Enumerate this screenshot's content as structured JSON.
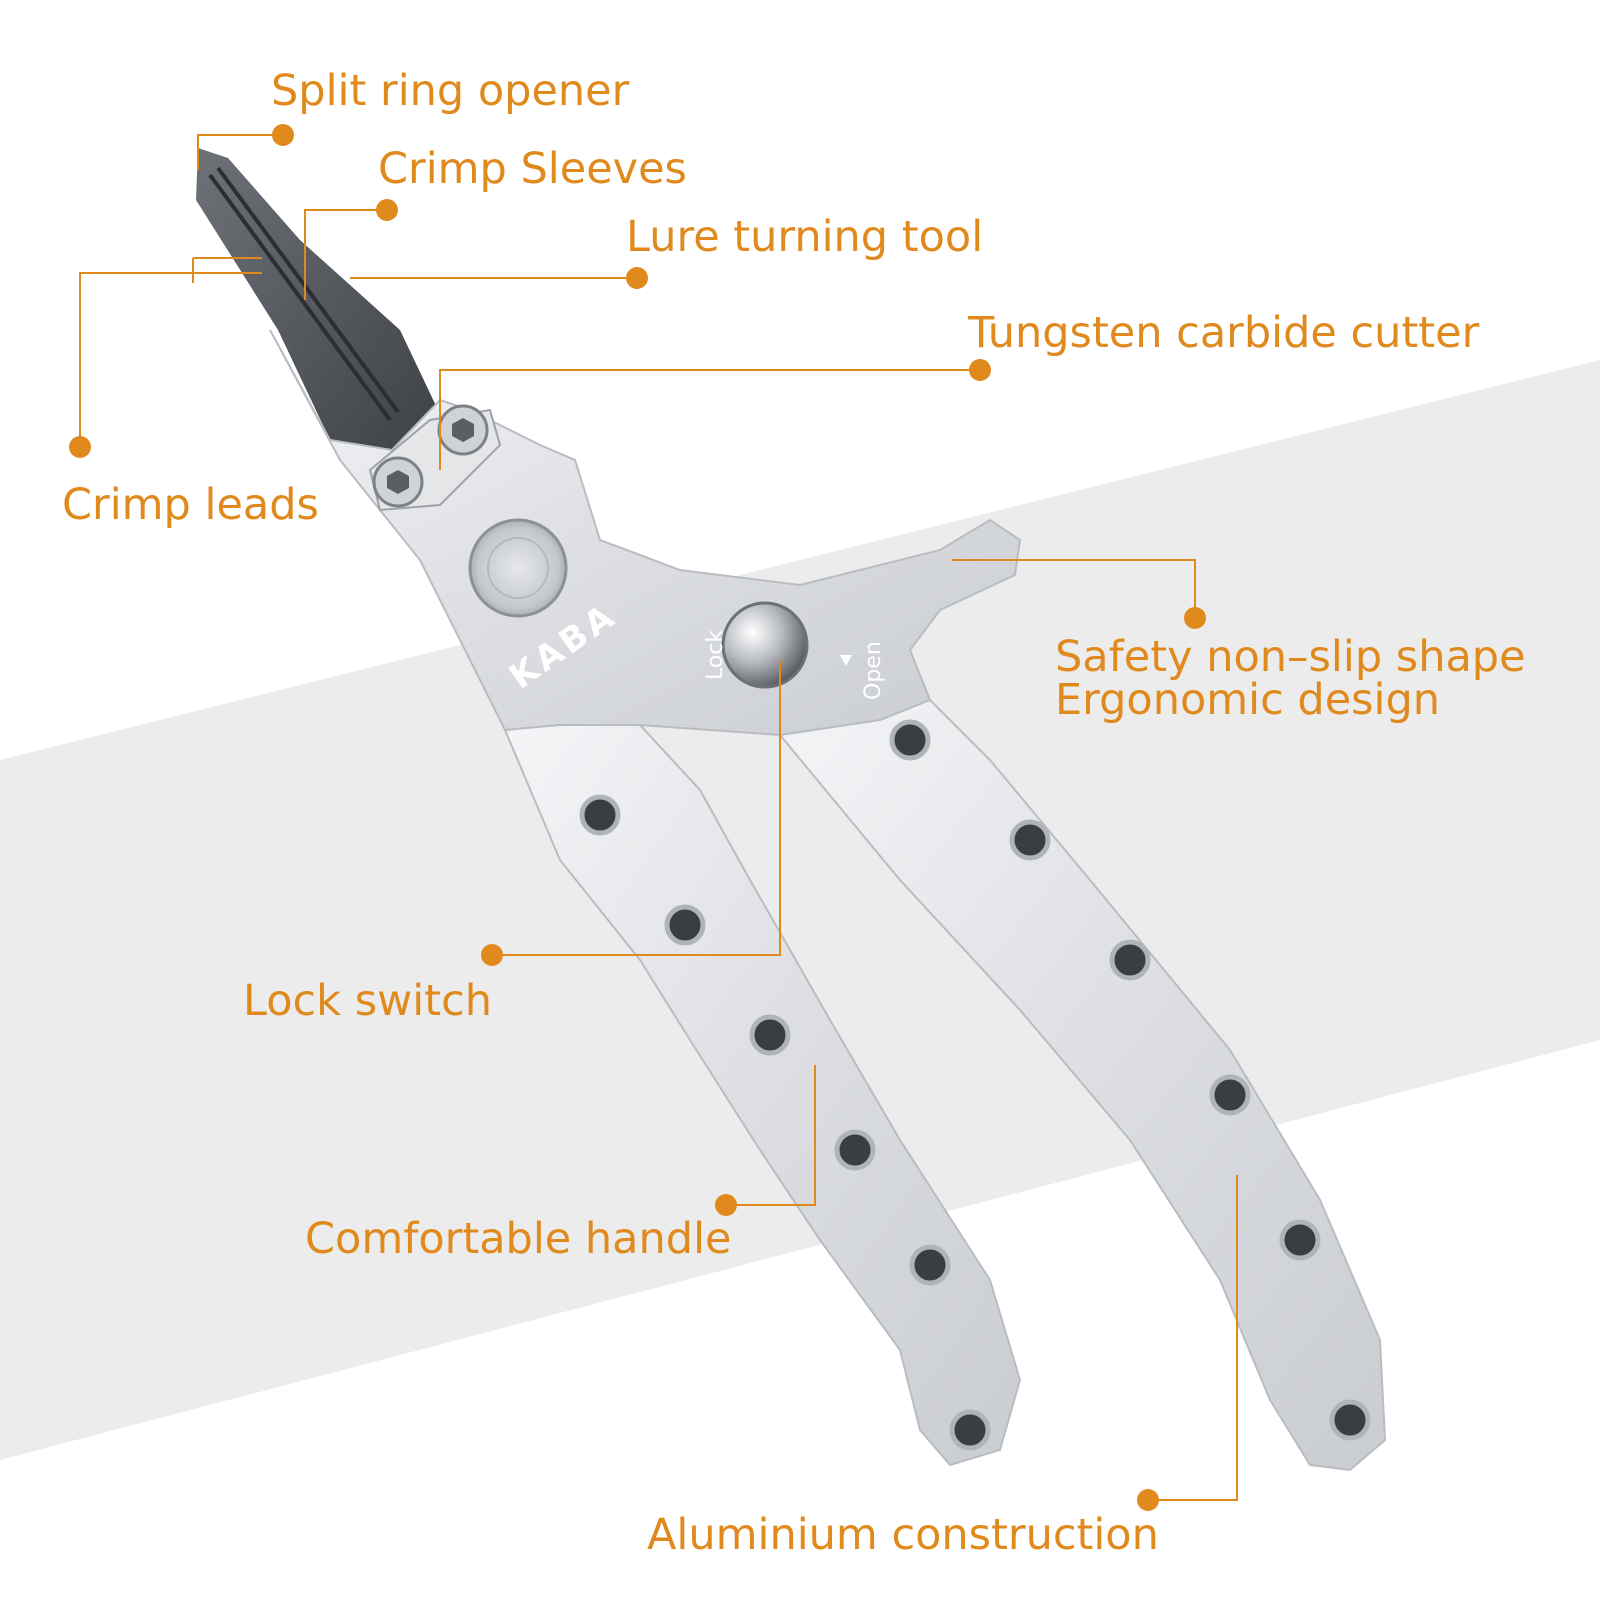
{
  "accent_color": "#e08a1e",
  "product": {
    "brand": "KABA",
    "lock_text": "Lock",
    "open_text": "Open"
  },
  "callouts": {
    "split_ring_opener": "Split ring opener",
    "crimp_sleeves": "Crimp Sleeves",
    "lure_turning_tool": "Lure turning tool",
    "tungsten_carbide_cutter": "Tungsten carbide cutter",
    "crimp_leads": "Crimp leads",
    "safety_non_slip_line1": "Safety non–slip shape",
    "safety_non_slip_line2": "Ergonomic design",
    "lock_switch": "Lock switch",
    "comfortable_handle": "Comfortable handle",
    "aluminium_construction": "Aluminium construction"
  }
}
